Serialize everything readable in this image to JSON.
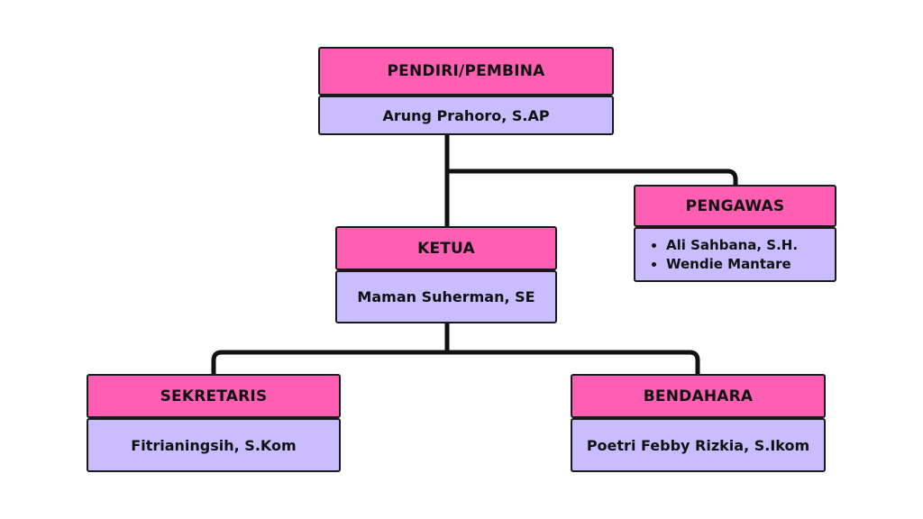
{
  "pendiri": {
    "title": "PENDIRI/PEMBINA",
    "name": "Arung Prahoro, S.AP"
  },
  "pengawas": {
    "title": "PENGAWAS",
    "members": [
      "Ali Sahbana, S.H.",
      "Wendie Mantare"
    ]
  },
  "ketua": {
    "title": "KETUA",
    "name": "Maman Suherman, SE"
  },
  "sekretaris": {
    "title": "SEKRETARIS",
    "name": "Fitrianingsih, S.Kom"
  },
  "bendahara": {
    "title": "BENDAHARA",
    "name": "Poetri Febby Rizkia, S.Ikom"
  },
  "colors": {
    "title_fill": "#ff5fb3",
    "name_fill": "#c9bcff",
    "line": "#111111"
  }
}
